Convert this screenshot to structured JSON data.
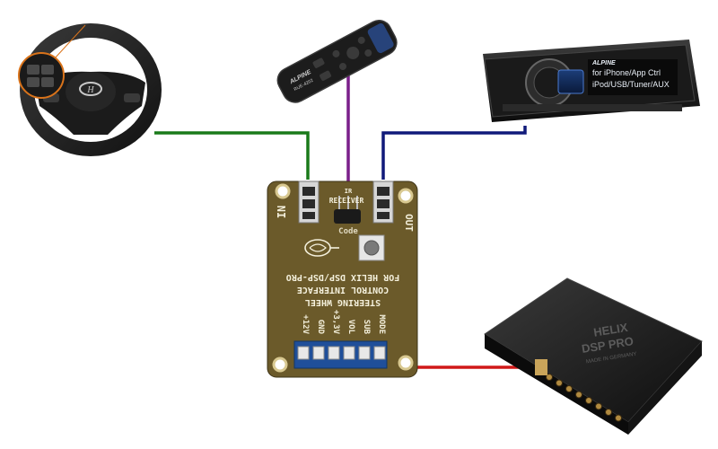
{
  "colors": {
    "wire_steering": "#1a7a1a",
    "wire_ir": "#7a1f8a",
    "wire_headunit": "#101a7a",
    "wire_dsp": "#d01818",
    "pcb": "#6b5a2a",
    "terminal_block": "#1f4f9a"
  },
  "steering_wheel": {
    "logo_icon": "hyundai-logo-icon"
  },
  "remote": {
    "brand": "ALPINE",
    "model": "RUE-4202"
  },
  "head_unit": {
    "brand": "ALPINE",
    "line1": "for iPhone/App Ctrl",
    "line2": "iPod/USB/Tuner/AUX"
  },
  "interface_board": {
    "label_in": "IN",
    "label_out": "OUT",
    "label_ir": "IR",
    "label_receiver": "RECEIVER",
    "label_code": "Code",
    "title_line1": "STEERING WHEEL",
    "title_line2": "CONTROL INTERFACE",
    "title_line3": "FOR HELIX DSP/DSP-PRO",
    "terminals": [
      "+12V",
      "GND",
      "+3,3V",
      "VOL",
      "SUB",
      "MODE"
    ]
  },
  "dsp": {
    "brand": "HELIX",
    "model": "DSP PRO",
    "tagline": "MADE IN GERMANY"
  }
}
